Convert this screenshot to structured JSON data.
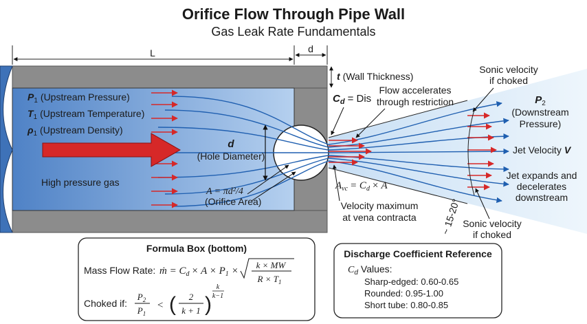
{
  "title": "Orifice Flow Through Pipe Wall",
  "subtitle": "Gas Leak Rate Fundamentals",
  "dimensions": {
    "length": "L",
    "diameter": "d"
  },
  "wall": {
    "thickness_symbol": "t",
    "thickness_label": "(Wall Thickness)"
  },
  "upstream": {
    "p_symbol": "P",
    "p_sub": "1",
    "p_label": "(Upstream Pressure)",
    "t_symbol": "T",
    "t_sub": "1",
    "t_label": "(Upstream Temperature)",
    "rho_symbol": "ρ",
    "rho_sub": "1",
    "rho_label": "(Upstream Density)",
    "gas_label": "High pressure gas"
  },
  "hole": {
    "symbol": "d",
    "label": "(Hole Diameter)"
  },
  "orifice_area": {
    "formula": "A = πd²/4",
    "label": "(Orifice Area)"
  },
  "discharge": {
    "symbol": "C",
    "sub": "d",
    "text": "= Dis"
  },
  "flow_accel": {
    "line1": "Flow accelerates",
    "line2": "through restriction"
  },
  "vena_area": {
    "formula": "A",
    "sub": "vc",
    "rest": "= C",
    "sub2": "d",
    "tail": "× A"
  },
  "velocity_max": {
    "line1": "Velocity maximum",
    "line2": "at vena contracta"
  },
  "sonic_top": {
    "line1": "Sonic velocity",
    "line2": "if choked"
  },
  "sonic_bottom": {
    "line1": "Sonic velocity",
    "line2": "if choked"
  },
  "downstream": {
    "symbol": "P",
    "sub": "2",
    "line1": "(Downstream",
    "line2": "Pressure)"
  },
  "jet_velocity": {
    "label": "Jet Velocity",
    "symbol": "V"
  },
  "jet_expands": {
    "line1": "Jet expands and",
    "line2": "decelerates",
    "line3": "downstream"
  },
  "angle": "~ 15-20°",
  "formula_box": {
    "title": "Formula Box (bottom)",
    "mass_label": "Mass Flow Rate:",
    "mass_lhs": "ṁ = C",
    "mass_sub": "d",
    "mass_mid": "× A × P",
    "mass_sub2": "1",
    "mass_times": "×",
    "mass_num": "k × MW",
    "mass_den": "R × T",
    "mass_den_sub": "1",
    "choked_label": "Choked if:",
    "choked_p2": "P",
    "choked_p2_sub": "2",
    "choked_p1": "P",
    "choked_p1_sub": "1",
    "choked_lt": "<",
    "choked_two": "2",
    "choked_kp1": "k + 1",
    "choked_exp_num": "k",
    "choked_exp_den": "k−1"
  },
  "coef_box": {
    "title": "Discharge Coefficient Reference",
    "values_symbol": "C",
    "values_sub": "d",
    "values_label": "Values:",
    "items": [
      "Sharp-edged: 0.60-0.65",
      "Rounded: 0.95-1.00",
      "Short tube: 0.80-0.85"
    ]
  },
  "colors": {
    "pipe_fill": "#5e8fcf",
    "pipe_light": "#a8c6ea",
    "wall": "#8a8a8a",
    "arrow_red": "#d62828",
    "streamline": "#1f5fb0",
    "jet": "#d8eaf8"
  }
}
